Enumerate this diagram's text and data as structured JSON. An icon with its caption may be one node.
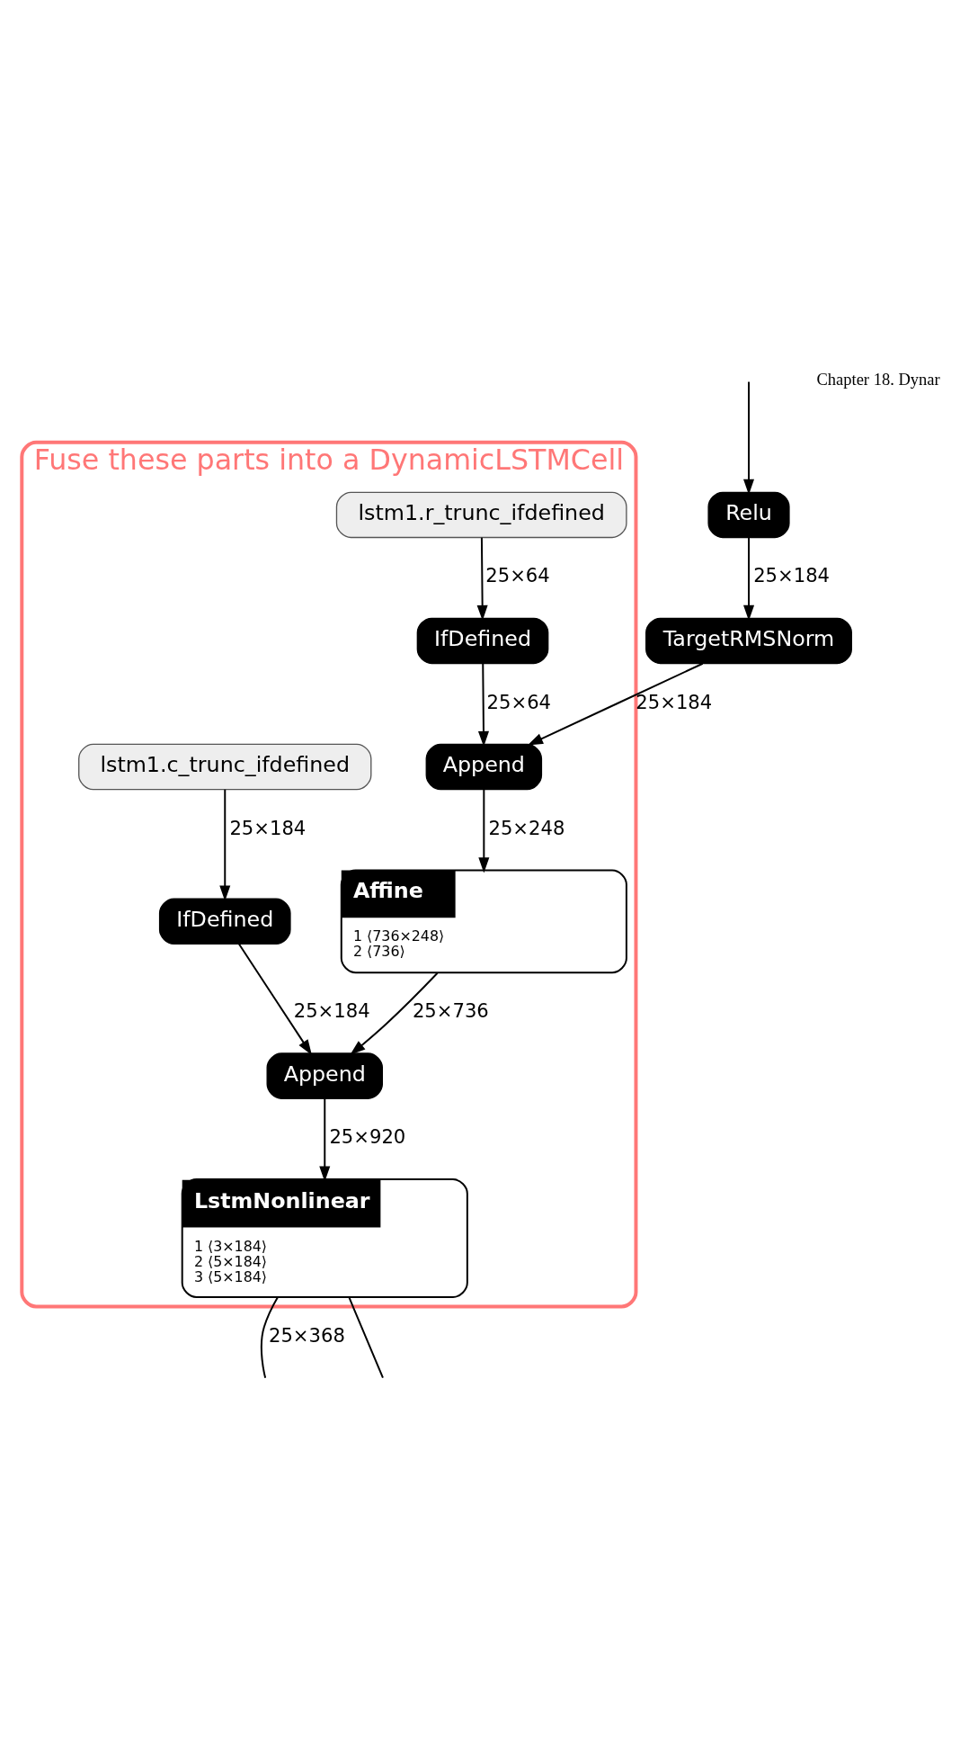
{
  "diagram": {
    "nodes": [
      {
        "text": [
          "Relu"
        ]
      },
      {
        "text": [
          "Fuse these parts into a DynamicLSTMCell"
        ]
      },
      {
        "text": [
          "lstm1.r_trunc_ifdefined"
        ],
        "in": 1
      },
      {
        "text": [
          "TargetRMSNorm"
        ]
      },
      {
        "text": [
          "IfDefined"
        ],
        "in": 1
      },
      {
        "text": [
          "Append"
        ],
        "in": 1
      },
      {
        "text": [
          "lstm1.c_trunc_ifdefined"
        ],
        "in": 1
      },
      {
        "text": [
          "Affine",
          "1 ⟨736×248⟩",
          "2 ⟨736⟩"
        ],
        "in": 1
      },
      {
        "text": [
          "IfDefined"
        ],
        "in": 1
      },
      {
        "text": [
          "Append"
        ],
        "in": 1
      },
      {
        "text": [
          "LstmNonlinear",
          "1 ⟨3×184⟩",
          "2 ⟨5×184⟩",
          "3 ⟨5×184⟩"
        ],
        "in": 1
      }
    ],
    "edges": [
      {
        "from": null,
        "to": 0,
        "arrow": "to"
      },
      {
        "from": 0,
        "to": 3,
        "arrow": "to",
        "label": "25×184"
      },
      {
        "from": 2,
        "to": 4,
        "arrow": "to",
        "label": "25×64"
      },
      {
        "from": 3,
        "to": 5,
        "arrow": "to",
        "label": "25×184"
      },
      {
        "from": 4,
        "to": 5,
        "arrow": "to",
        "label": "25×64"
      },
      {
        "from": 5,
        "to": 7,
        "arrow": "to",
        "label": "25×248"
      },
      {
        "from": 6,
        "to": 8,
        "arrow": "to",
        "label": "25×184"
      },
      {
        "from": 7,
        "to": 9,
        "arrow": "to",
        "label": "25×736"
      },
      {
        "from": 8,
        "to": 9,
        "arrow": "to",
        "label": "25×184"
      },
      {
        "from": 9,
        "to": 10,
        "arrow": "to",
        "label": "25×920"
      },
      {
        "from": 10,
        "to": null,
        "arrow": "none",
        "label": "25×368"
      },
      {
        "from": 10,
        "to": null,
        "arrow": "none"
      }
    ],
    "labels": [
      "Chapter 18. Dynar"
    ]
  }
}
